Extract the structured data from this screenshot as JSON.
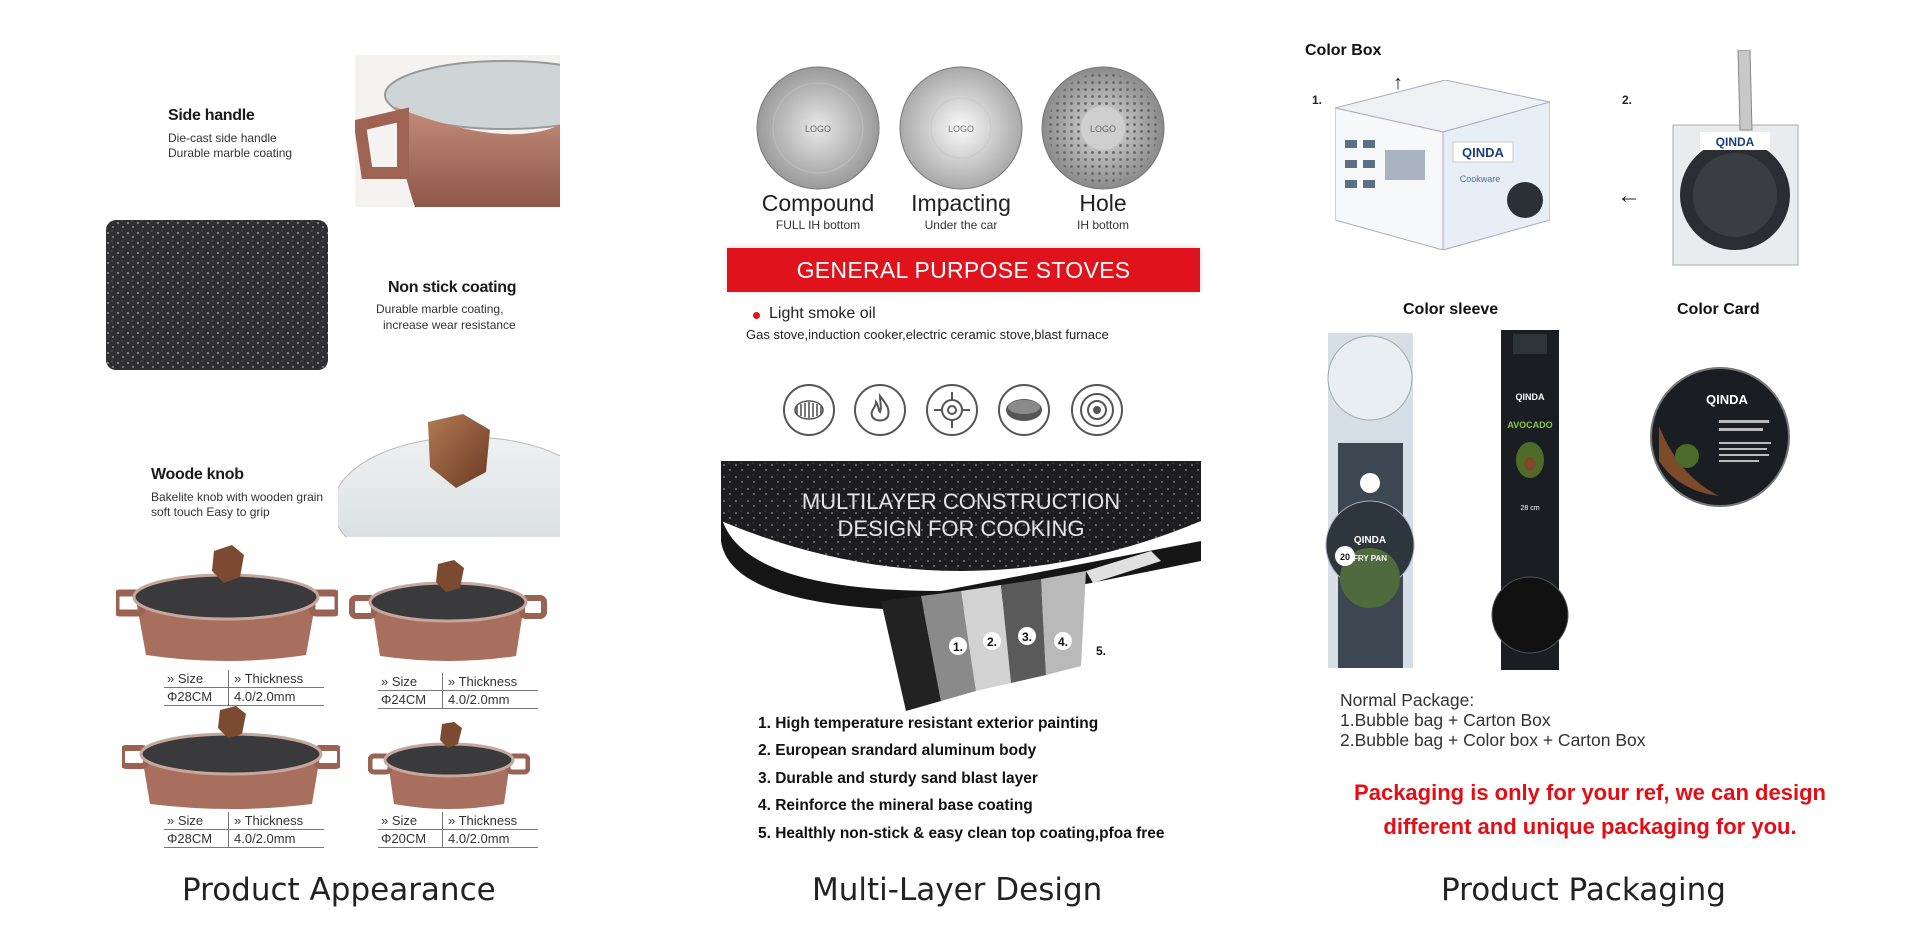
{
  "captions": {
    "appearance": "Product Appearance",
    "multilayer": "Multi-Layer Design",
    "packaging": "Product Packaging"
  },
  "appearance": {
    "side_handle": {
      "title": "Side handle",
      "line1": "Die-cast  side handle",
      "line2": "Durable marble coating"
    },
    "non_stick": {
      "title": "Non stick coating",
      "line1": "Durable marble coating,",
      "line2": "increase wear resistance"
    },
    "wood_knob": {
      "title": "Woode knob",
      "line1": "Bakelite knob with wooden grain",
      "line2": "soft touch Easy to grip"
    },
    "specs": [
      {
        "size_label": "» Size",
        "thickness_label": "» Thickness",
        "size": "Φ28CM",
        "thickness": "4.0/2.0mm"
      },
      {
        "size_label": "» Size",
        "thickness_label": "» Thickness",
        "size": "Φ24CM",
        "thickness": "4.0/2.0mm"
      },
      {
        "size_label": "» Size",
        "thickness_label": "» Thickness",
        "size": "Φ28CM",
        "thickness": "4.0/2.0mm"
      },
      {
        "size_label": "» Size",
        "thickness_label": "» Thickness",
        "size": "Φ20CM",
        "thickness": "4.0/2.0mm"
      }
    ]
  },
  "multilayer": {
    "discs": [
      {
        "label": "Compound",
        "sub": "FULL IH bottom",
        "logo": "LOGO"
      },
      {
        "label": "Impacting",
        "sub": "Under the car",
        "logo": "LOGO"
      },
      {
        "label": "Hole",
        "sub": "IH bottom",
        "logo": "LOGO"
      }
    ],
    "banner": "GENERAL PURPOSE STOVES",
    "bullet": "Light smoke oil",
    "stove_types": "Gas stove,induction cooker,electric ceramic stove,blast furnace",
    "stove_icons": [
      "electric-coil-icon",
      "flame-icon",
      "gas-burner-icon",
      "ceramic-plate-icon",
      "induction-icon"
    ],
    "construction_title_line1": "MULTILAYER CONSTRUCTION",
    "construction_title_line2": "DESIGN FOR COOKING",
    "layer_numbers": [
      "1.",
      "2.",
      "3.",
      "4.",
      "5."
    ],
    "features": [
      "1. High temperature resistant exterior painting",
      "2. European srandard aluminum body",
      "3. Durable and sturdy sand blast layer",
      "4. Reinforce the mineral base coating",
      "5. Healthly non-stick & easy clean top coating,pfoa free"
    ]
  },
  "packaging": {
    "color_box": "Color Box",
    "num1": "1.",
    "num2": "2.",
    "color_sleeve": "Color sleeve",
    "color_card": "Color Card",
    "brand": "QINDA",
    "sleeve_left_label": "FRY PAN",
    "sleeve_left_size": "20",
    "sleeve_right_label": "AVOCADO",
    "sleeve_right_size": "28 cm",
    "box_label": "Cookware",
    "normal_package": "Normal Package:",
    "option1": "1.Bubble bag + Carton Box",
    "option2": "2.Bubble bag + Color box + Carton Box",
    "note_line1": "Packaging is only for your ref, we can design",
    "note_line2": "different and unique packaging for you."
  },
  "colors": {
    "accent_red": "#e50d14",
    "pot_copper": "#a86f5f",
    "banner_red": "#e0131c"
  }
}
